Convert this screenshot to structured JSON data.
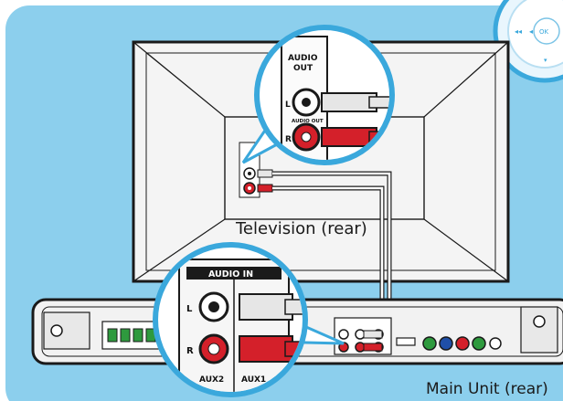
{
  "labels": {
    "tv_caption": "Television (rear)",
    "unit_caption": "Main Unit (rear)",
    "tv_audio_out_line1": "AUDIO",
    "tv_audio_out_line2": "OUT",
    "tv_audio_out_small": "AUDIO OUT",
    "jack_left": "L",
    "jack_right": "R",
    "audio_in": "AUDIO IN",
    "aux2": "AUX2",
    "aux1": "AUX1",
    "remote_button": "OK"
  },
  "colors": {
    "background_panel": "#8ccfed",
    "frame_border": "#ffffff",
    "cable_red": "#d4202a",
    "cable_white": "#e6e6e6",
    "device_body": "#f2f2f2",
    "outline": "#1a1a1a",
    "magnifier_ring": "#3aa8dc",
    "component_green": "#2e9a3e",
    "component_blue": "#1f4fa8"
  },
  "icons": {
    "remote": "remote-control-icon",
    "rca_white": "rca-white-jack-icon",
    "rca_red": "rca-red-jack-icon"
  }
}
